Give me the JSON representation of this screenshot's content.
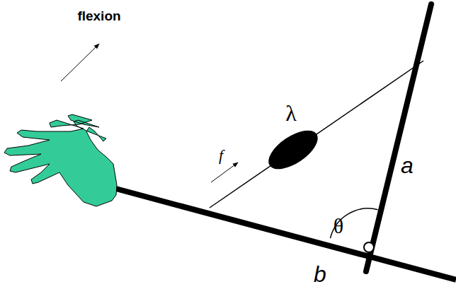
{
  "diagram": {
    "labels": [
      "flexion",
      "λ",
      "f",
      "a",
      "θ",
      "b"
    ]
  }
}
